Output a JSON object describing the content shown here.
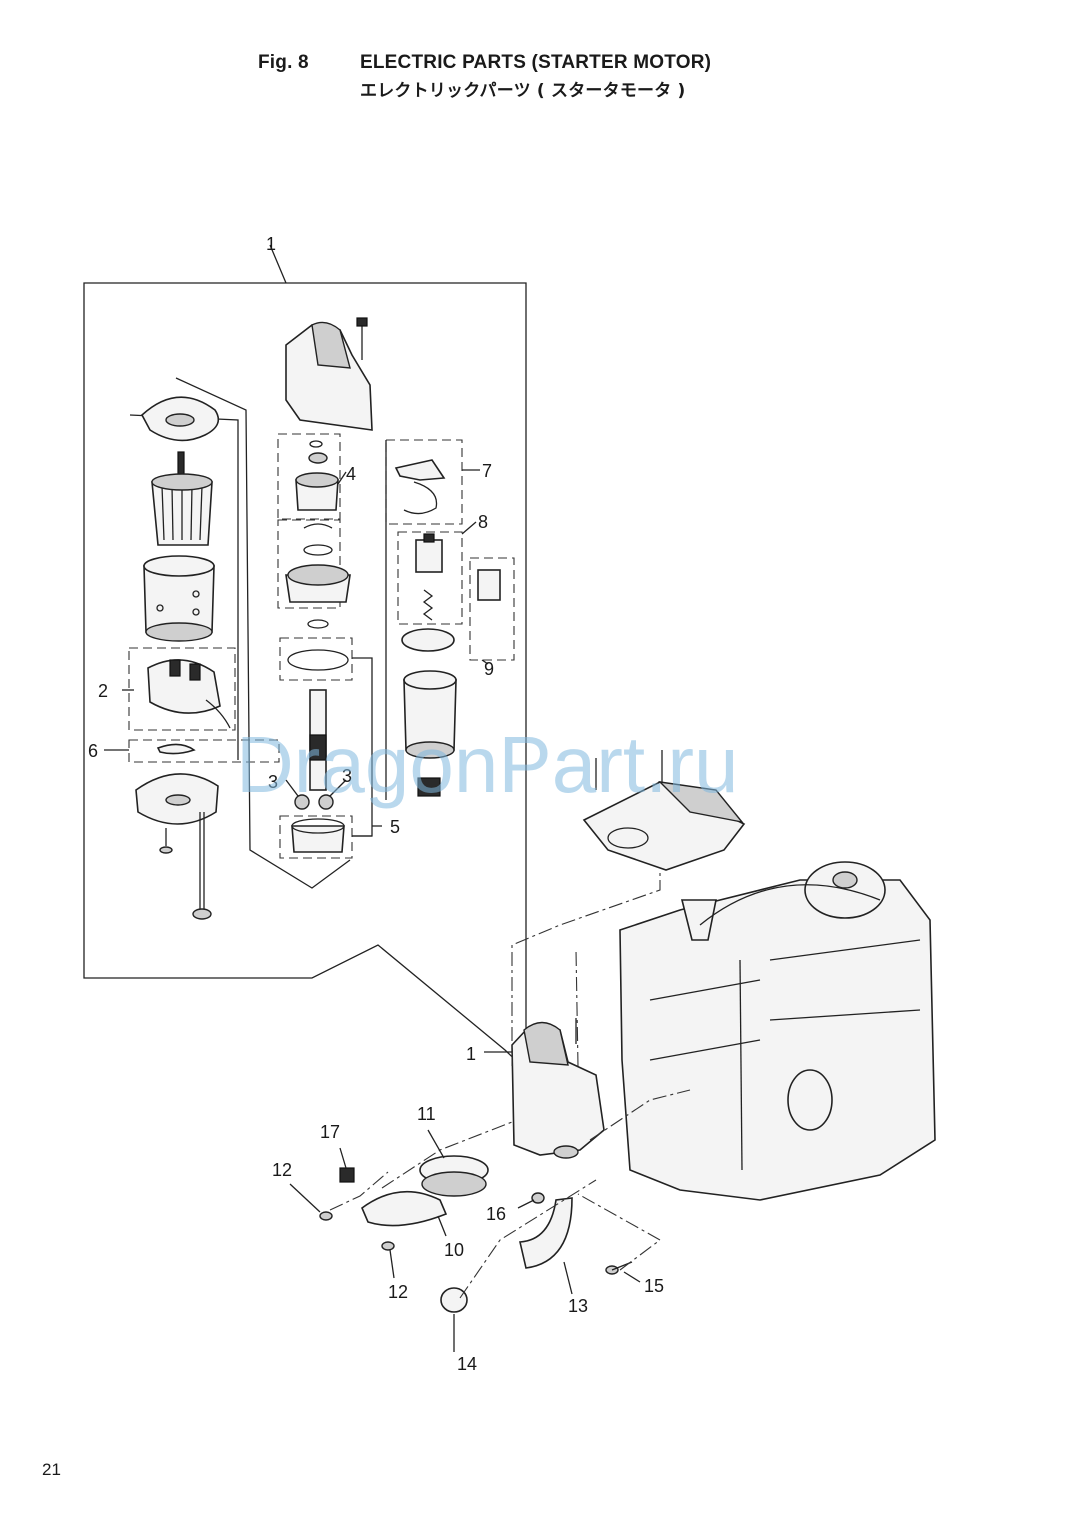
{
  "header": {
    "fig_label": "Fig. 8",
    "title_en": "ELECTRIC PARTS (STARTER MOTOR)",
    "title_jp": "エレクトリックパーツ ( スタータモータ )"
  },
  "watermark": "DragonPart.ru",
  "page_number": "21",
  "callouts": {
    "c1_top": "1",
    "c1_main": "1",
    "c2": "2",
    "c3a": "3",
    "c3b": "3",
    "c4": "4",
    "c5": "5",
    "c6": "6",
    "c7": "7",
    "c8": "8",
    "c9": "9",
    "c10": "10",
    "c11": "11",
    "c12a": "12",
    "c12b": "12",
    "c13": "13",
    "c14": "14",
    "c15": "15",
    "c16": "16",
    "c17": "17"
  },
  "colors": {
    "ink": "#1a1a1a",
    "watermark": "#7fb8de"
  }
}
